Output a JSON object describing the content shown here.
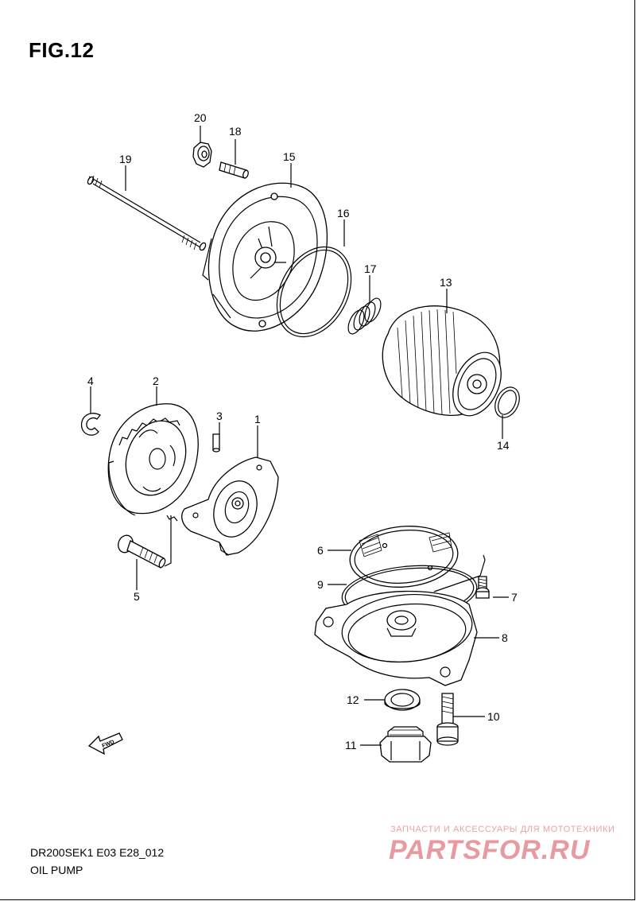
{
  "figure": {
    "title": "FIG.12",
    "code": "DR200SEK1 E03 E28_012",
    "name": "OIL PUMP"
  },
  "watermark": {
    "line1": "ЗАПЧАСТИ И АКСЕССУАРЫ ДЛЯ МОТОТЕХНИКИ",
    "line2": "PARTSFOR.RU",
    "color": "#e89aa0"
  },
  "fwd_label": "FWD",
  "callouts": [
    "1",
    "2",
    "3",
    "4",
    "5",
    "6",
    "7",
    "8",
    "9",
    "10",
    "11",
    "12",
    "13",
    "14",
    "15",
    "16",
    "17",
    "18",
    "19",
    "20"
  ]
}
